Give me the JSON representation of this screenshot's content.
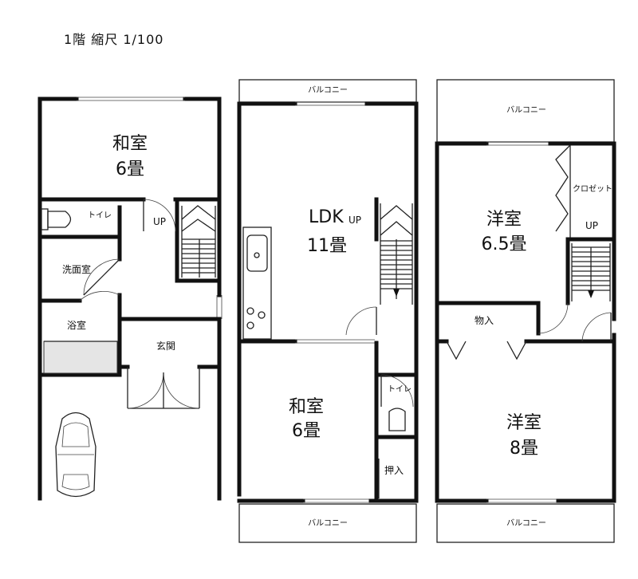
{
  "title": "1階 縮尺 1/100",
  "floor1": {
    "washitsu": {
      "name": "和室",
      "size": "6畳"
    },
    "toilet": "トイレ",
    "up": "UP",
    "senmen": "洗面室",
    "yokushitsu": "浴室",
    "genkan": "玄関"
  },
  "floor2": {
    "balcony_top": "バルコニー",
    "ldk": {
      "name": "LDK",
      "up": "UP",
      "size": "11畳"
    },
    "washitsu": {
      "name": "和室",
      "size": "6畳"
    },
    "toilet": "トイレ",
    "oshiire": "押入",
    "balcony_bottom": "バルコニー"
  },
  "floor3": {
    "balcony_top": "バルコニー",
    "youshitsu_a": {
      "name": "洋室",
      "size": "6.5畳"
    },
    "closet": "クロゼット",
    "up": "UP",
    "mono_ire": "物入",
    "youshitsu_b": {
      "name": "洋室",
      "size": "8畳"
    },
    "balcony_bottom": "バルコニー"
  }
}
